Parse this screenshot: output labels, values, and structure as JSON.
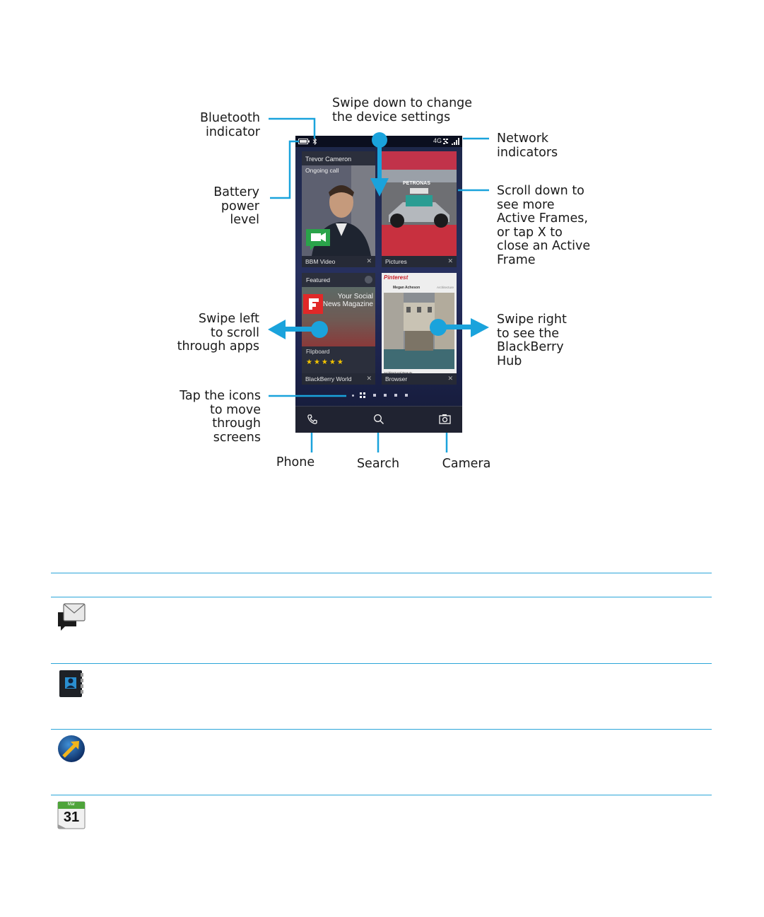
{
  "callouts": {
    "bluetooth": "Bluetooth\nindicator",
    "battery": "Battery\npower\nlevel",
    "swipe_down": "Swipe down to change\nthe device settings",
    "network": "Network\nindicators",
    "scroll_down": "Scroll down to\nsee more\nActive Frames,\nor tap X to\nclose an Active\nFrame",
    "swipe_left": "Swipe left\nto scroll\nthrough apps",
    "swipe_right": "Swipe right\nto see the\nBlackBerry\nHub",
    "tap_icons": "Tap the icons\nto move\nthrough\nscreens",
    "phone": "Phone",
    "search": "Search",
    "camera": "Camera"
  },
  "phone": {
    "status_network": "4G",
    "frames": [
      {
        "title": "BBM Video",
        "header": "Trevor Cameron",
        "sub": "Ongoing call"
      },
      {
        "title": "Pictures",
        "header": "PETRONAS"
      },
      {
        "title": "BlackBerry World",
        "header": "Featured",
        "app": "Flipboard",
        "promo": "Your Social\nNews Magazine",
        "stars": "★★★★★"
      },
      {
        "title": "Browser",
        "header": "Pinterest",
        "user": "Megan Acheson",
        "category": "Architecture",
        "caption": "Architectural Beauty"
      }
    ]
  },
  "colors": {
    "accent": "#2ba5d9",
    "callout_line": "#1aa3dc"
  },
  "icons": [
    "messages-icon",
    "contacts-icon",
    "browser-icon",
    "calendar-icon"
  ],
  "calendar": {
    "month": "Mar",
    "day": "31"
  }
}
